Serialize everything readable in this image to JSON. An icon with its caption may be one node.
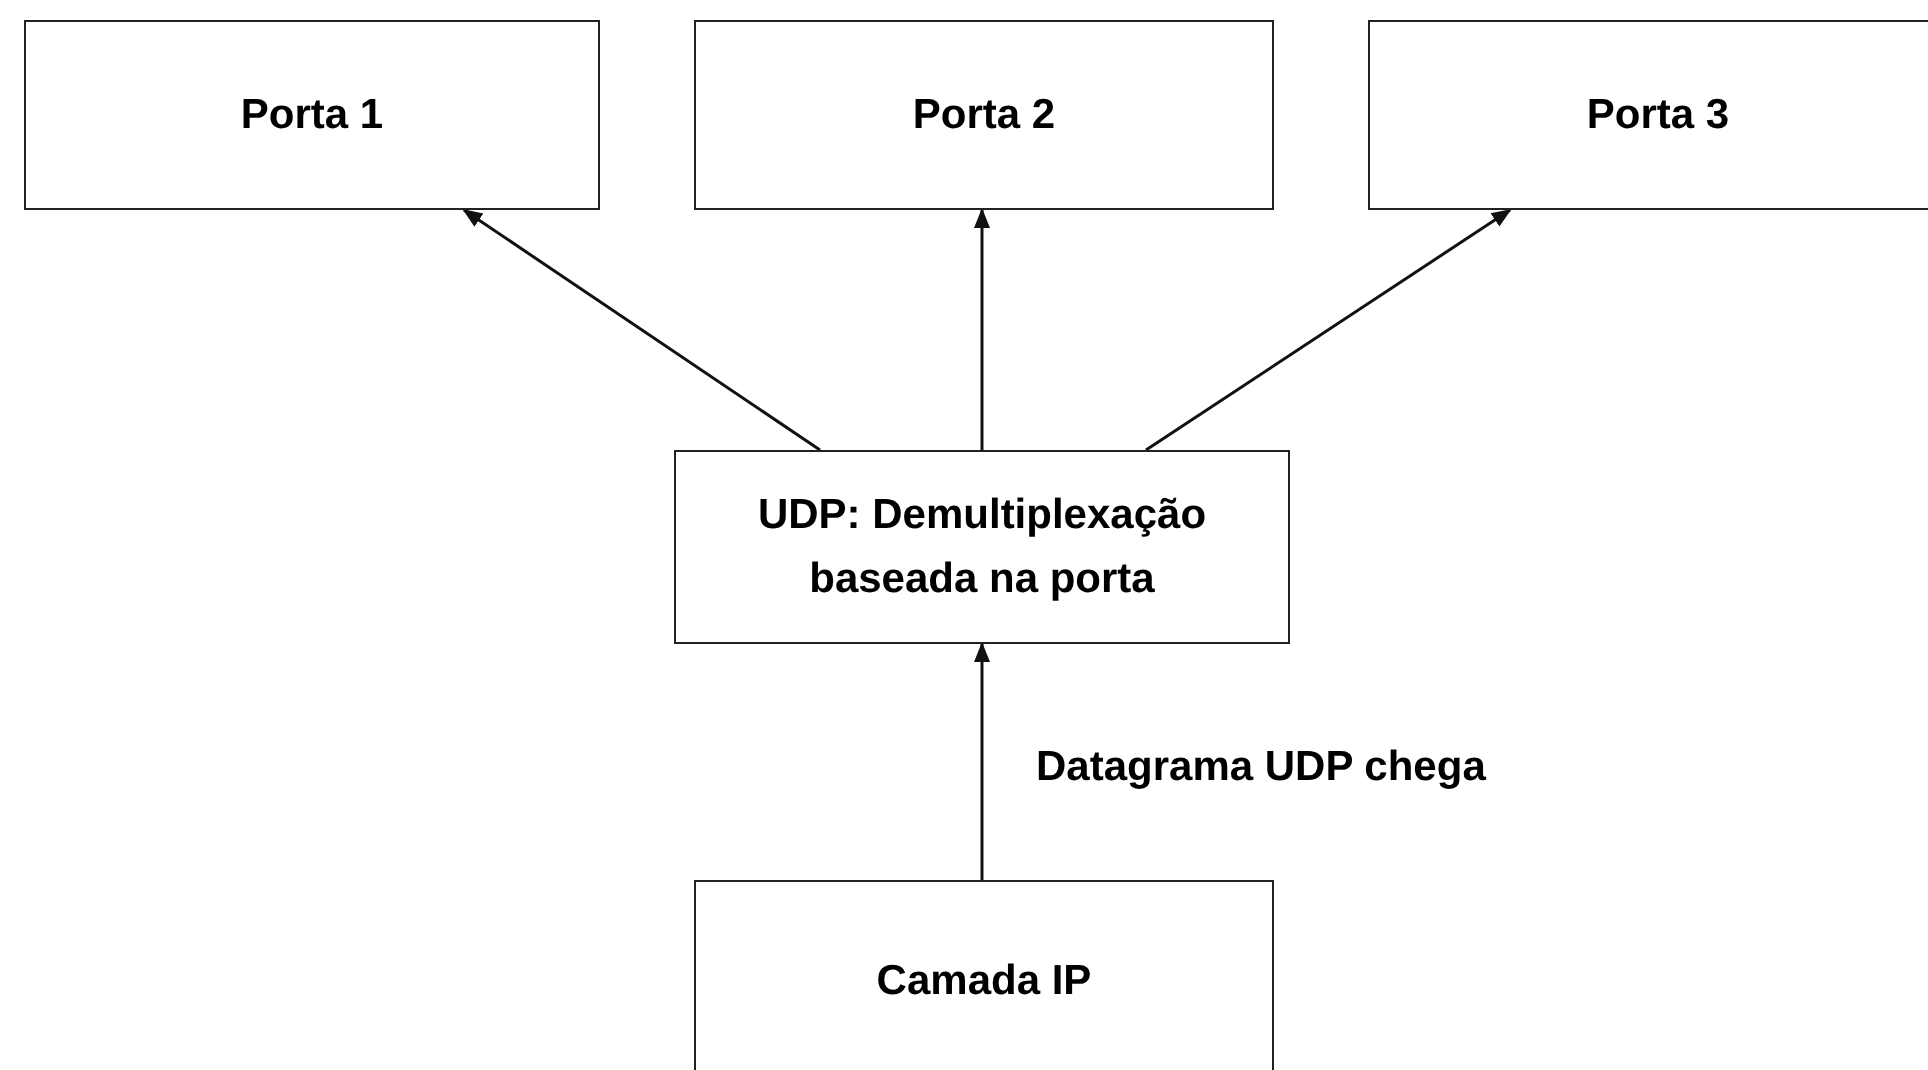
{
  "diagram": {
    "nodes": [
      {
        "text": [
          "Porta 1"
        ]
      },
      {
        "text": [
          "Porta 2"
        ]
      },
      {
        "text": [
          "Porta 3"
        ]
      },
      {
        "text": [
          "UDP: Demultiplexação baseada na porta"
        ]
      },
      {
        "text": [
          "Camada IP"
        ]
      }
    ],
    "edges": [
      {
        "from": 3,
        "to": 0,
        "arrow": "to"
      },
      {
        "from": 3,
        "to": 1,
        "arrow": "to"
      },
      {
        "from": 3,
        "to": 2,
        "arrow": "to"
      },
      {
        "from": 4,
        "to": 3,
        "arrow": "to",
        "label": "Datagrama UDP chega"
      }
    ]
  }
}
